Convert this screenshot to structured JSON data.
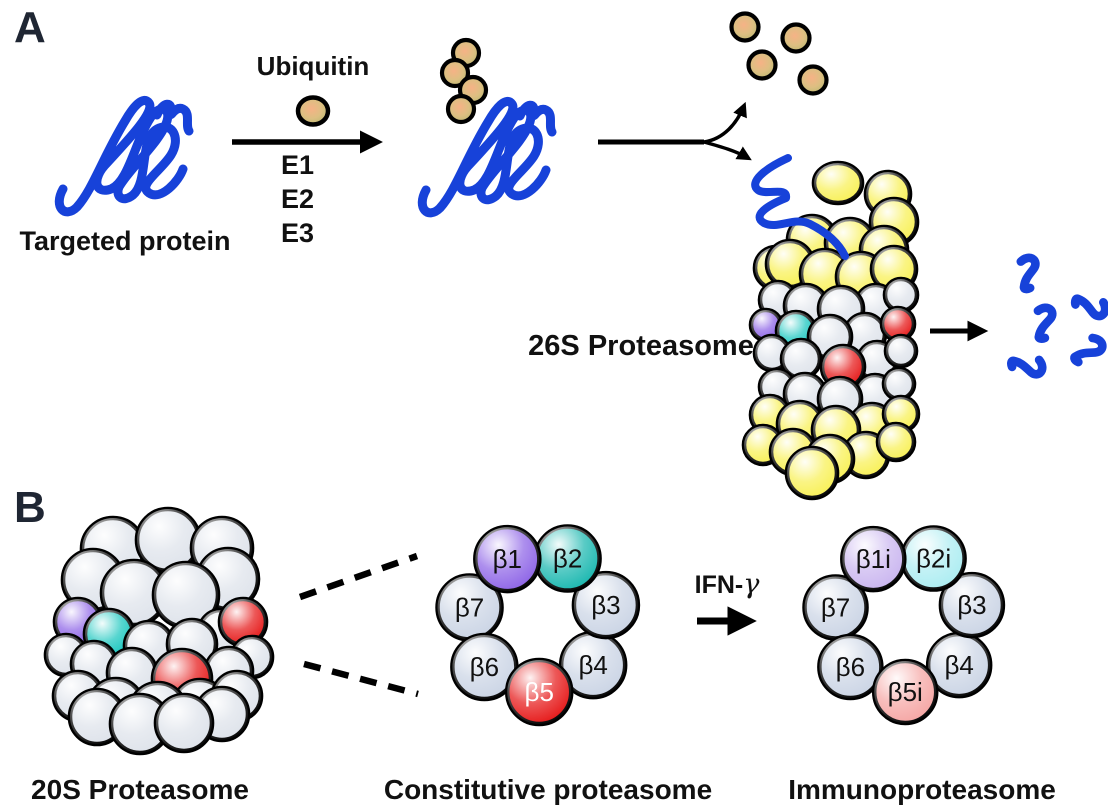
{
  "panel_a": {
    "label": "A",
    "targeted_protein_label": "Targeted protein",
    "ubiquitin_label": "Ubiquitin",
    "enzymes": [
      "E1",
      "E2",
      "E3"
    ],
    "proteasome_label": "26S Proteasome"
  },
  "panel_b": {
    "label": "B",
    "barrel_label": "20S Proteasome",
    "constitutive_label": "Constitutive proteasome",
    "immuno_label": "Immunoproteasome",
    "ifn_prefix": "IFN-",
    "ifn_gamma": "γ",
    "constitutive_subunits": [
      {
        "label": "β1",
        "fill": "#8a5fe6",
        "text": "#111111"
      },
      {
        "label": "β2",
        "fill": "#13b5ad",
        "text": "#111111"
      },
      {
        "label": "β3",
        "fill": "#c9d3e4",
        "text": "#111111"
      },
      {
        "label": "β4",
        "fill": "#c9d3e4",
        "text": "#111111"
      },
      {
        "label": "β5",
        "fill": "#e51111",
        "text": "#ffffff"
      },
      {
        "label": "β6",
        "fill": "#c9d3e4",
        "text": "#111111"
      },
      {
        "label": "β7",
        "fill": "#c9d3e4",
        "text": "#111111"
      }
    ],
    "immuno_subunits": [
      {
        "label": "β1i",
        "fill": "#c8b3ef",
        "text": "#111111"
      },
      {
        "label": "β2i",
        "fill": "#a9ecf1",
        "text": "#111111"
      },
      {
        "label": "β3",
        "fill": "#c9d3e4",
        "text": "#111111"
      },
      {
        "label": "β4",
        "fill": "#c9d3e4",
        "text": "#111111"
      },
      {
        "label": "β5i",
        "fill": "#f5a3a1",
        "text": "#111111"
      },
      {
        "label": "β6",
        "fill": "#c9d3e4",
        "text": "#111111"
      },
      {
        "label": "β7",
        "fill": "#c9d3e4",
        "text": "#111111"
      }
    ]
  },
  "colors": {
    "protein_blue": "#1742d9",
    "cap_yellow": "#f8f050",
    "sphere_white": "#dde2ea",
    "subunit_purple": "#8a5fe6",
    "subunit_cyan": "#10c4bc",
    "subunit_red": "#e51111",
    "ubiquitin_tan": "#b3b76d",
    "ubiquitin_core": "#f6b286",
    "outline_black": "#000000"
  }
}
